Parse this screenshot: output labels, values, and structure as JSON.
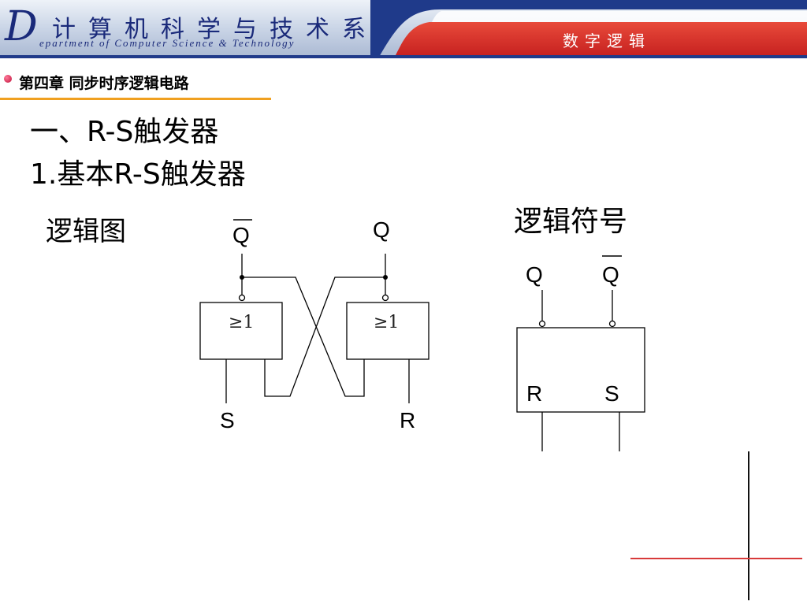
{
  "header": {
    "logo_initial": "D",
    "logo_chars": "计算机科学与技术系",
    "logo_subtitle": "epartment of Computer Science & Technology",
    "course_title": "数字逻辑"
  },
  "chapter": "第四章  同步时序逻辑电路",
  "heading1": "一、R-S触发器",
  "heading2": "1.基本R-S触发器",
  "logic_diagram": {
    "label": "逻辑图",
    "output_q_bar": "Q",
    "output_q": "Q",
    "gate_left": "≥1",
    "gate_right": "≥1",
    "input_s": "S",
    "input_r": "R"
  },
  "logic_symbol": {
    "label": "逻辑符号",
    "output_q": "Q",
    "output_q_bar": "Q",
    "input_r": "R",
    "input_s": "S"
  },
  "colors": {
    "header_navy": "#1a2a7a",
    "header_red": "#d42a2a",
    "chapter_underline": "#f0a020",
    "bullet": "#c0103a",
    "accent_line_red": "#d83a3a"
  }
}
